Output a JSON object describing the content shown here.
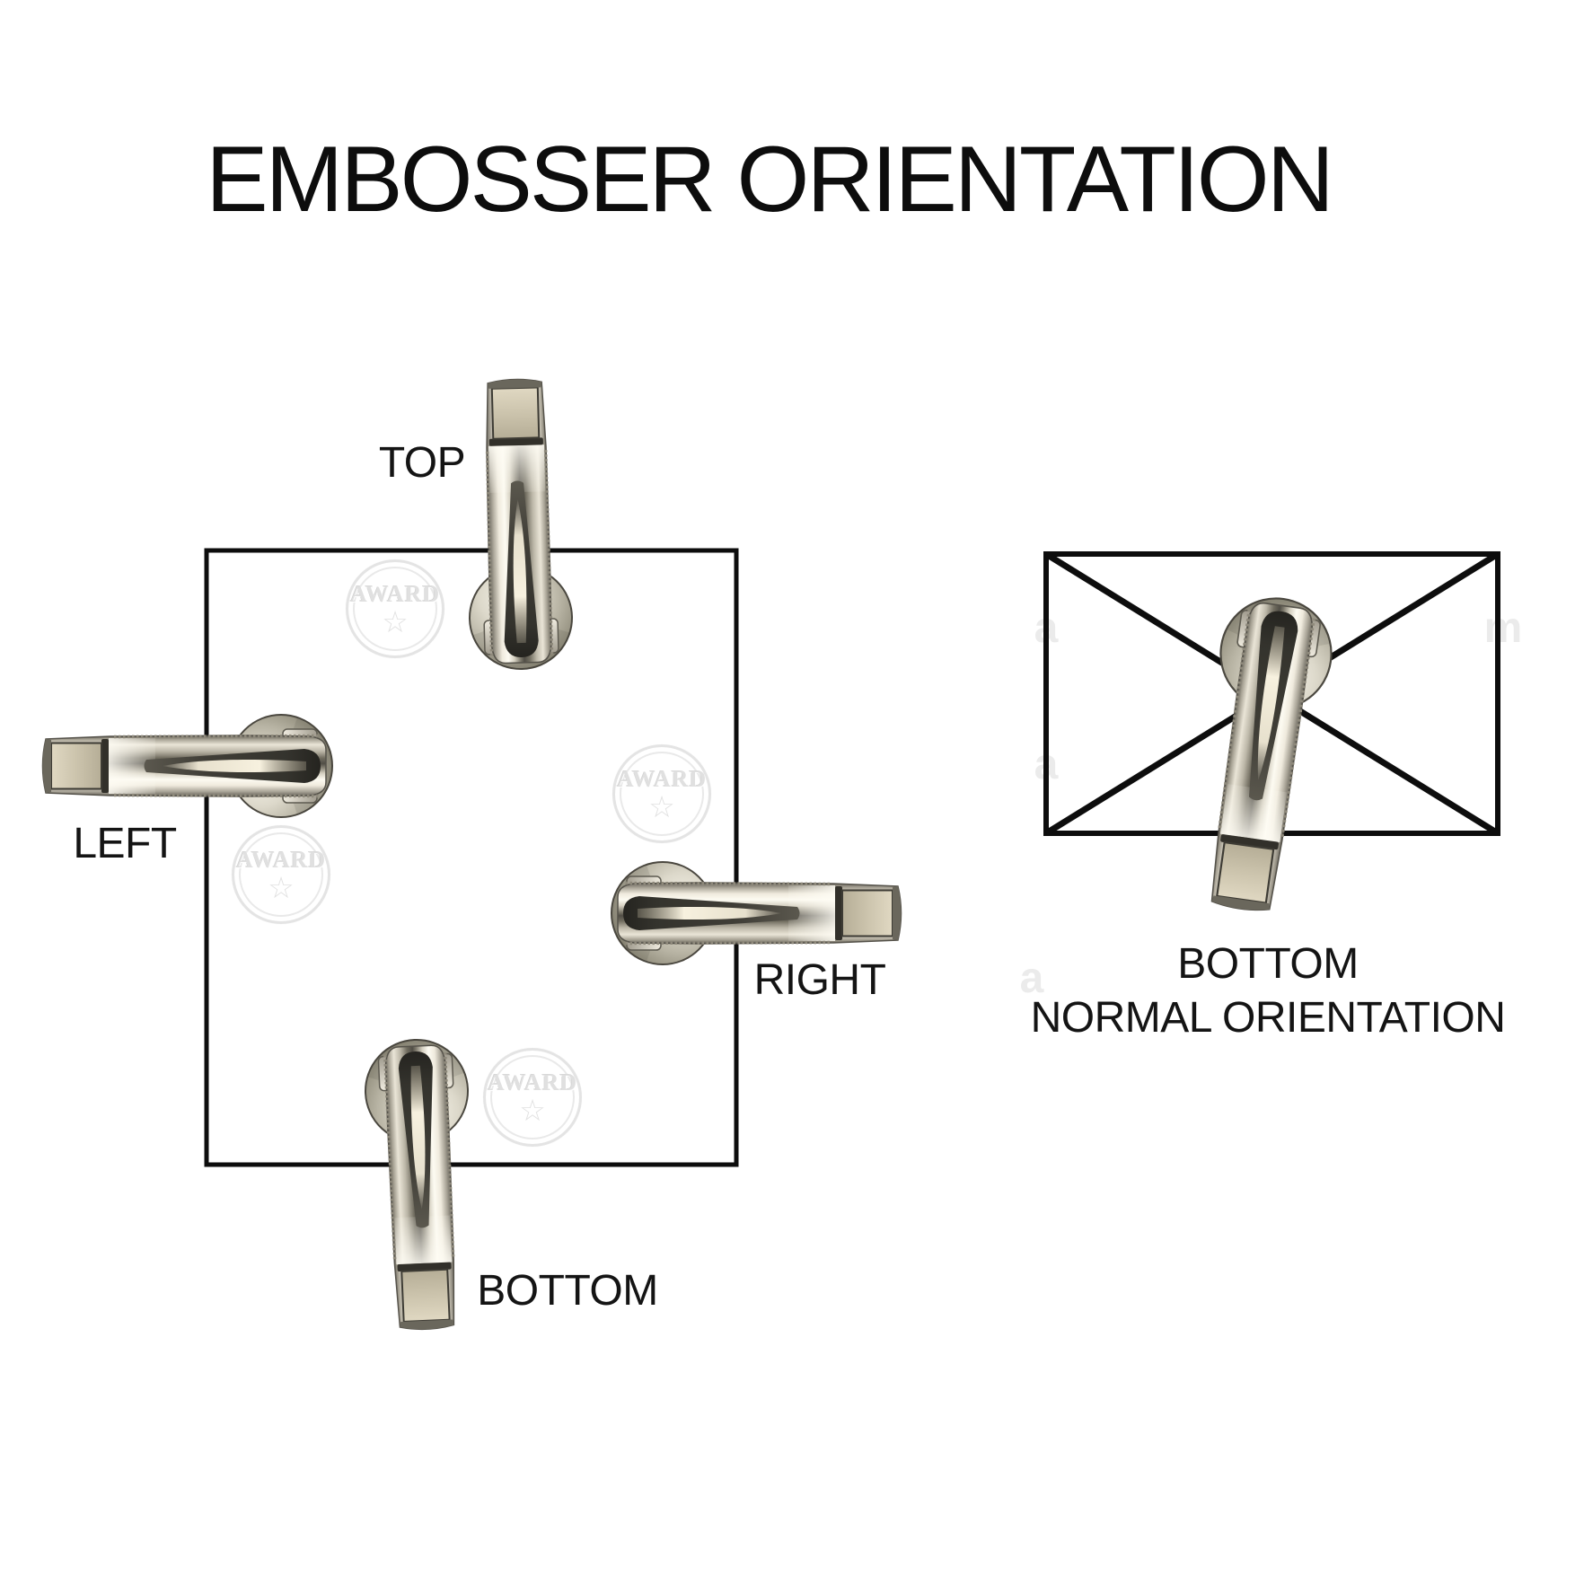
{
  "title": "EMBOSSER ORIENTATION",
  "orientation_diagram": {
    "top_label": "TOP",
    "left_label": "LEFT",
    "right_label": "RIGHT",
    "bottom_label": "BOTTOM",
    "seal_text": "AWARD",
    "seal_star": "☆"
  },
  "envelope_diagram": {
    "caption_line1": "BOTTOM",
    "caption_line2": "NORMAL ORIENTATION"
  },
  "watermarks": {
    "w1": "a",
    "w2": "m",
    "w3": "a",
    "w4": "a"
  },
  "colors": {
    "background": "#ffffff",
    "line": "#0d0d0d",
    "text": "#141414",
    "seal_gray": "#e0e0e0",
    "chrome_highlight": "#fdfbf2",
    "chrome_dark": "#514e46",
    "brass_cap": "#cbc3ac"
  }
}
